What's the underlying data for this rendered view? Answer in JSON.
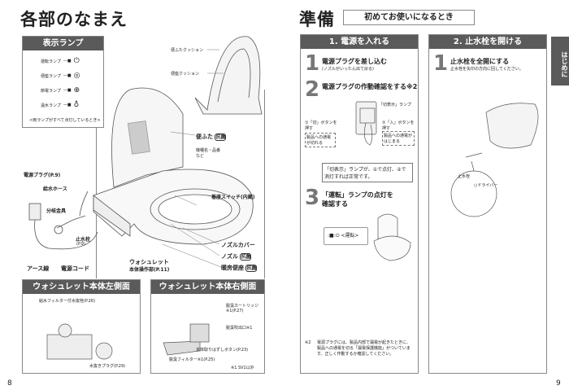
{
  "left_page": {
    "title": "各部のなまえ",
    "lamp_box": {
      "title": "表示ランプ",
      "lamps": [
        {
          "label": "運転ランプ",
          "icon": "power-icon",
          "glyph": "⏻"
        },
        {
          "label": "便座ランプ",
          "icon": "seat-icon",
          "glyph": "◎"
        },
        {
          "label": "節電ランプ",
          "icon": "eco-icon",
          "glyph": "⊕"
        },
        {
          "label": "温水ランプ",
          "icon": "water-drop-icon",
          "glyph": "♁"
        }
      ],
      "note": "<両ランプがすべて点灯しているとき>"
    },
    "labels": {
      "lid_cushion": "便ふたクッション",
      "seat_cushion": "便座クッション",
      "lid": "便ふた",
      "antibacterial": "抗菌",
      "model_name": "機種名・品番など",
      "power_plug": "電源プラグ(P.9)",
      "supply_hose": "給水ホース",
      "branch": "分岐金具",
      "stop_valve": "止水栓",
      "stop_valve_page": "(P.9)",
      "seat_switch": "着座スイッチ(内蔵)",
      "nozzle_cover": "ノズルカバー",
      "nozzle": "ノズル",
      "heated_seat": "暖房便座",
      "washlet": "ウォシュレット",
      "control_panel": "本体操作部(P.11)",
      "earth": "アース線",
      "power_cord": "電源コード"
    },
    "left_side": {
      "title": "ウォシュレット本体左側面",
      "filter_valve": "給水フィルター付水抜栓(P.26)",
      "drain_plug": "水抜きプラグ(P.29)"
    },
    "right_side": {
      "title": "ウォシュレット本体右側面",
      "cartridge": "脱臭カートリッジ※1(P.27)",
      "outlet": "脱臭吹出口※1",
      "release_button": "本体取りはずしボタン(P.23)",
      "filter": "脱臭フィルター※1(P.25)",
      "footnote": "※1 SV1以外"
    },
    "page_number": "8"
  },
  "right_page": {
    "title": "準備",
    "subtitle": "初めてお使いになるとき",
    "section1": {
      "title": "1. 電源を入れる",
      "steps": [
        {
          "num": "1",
          "title": "電源プラグを差し込む",
          "sub": "(ノズルがいったん出て戻る)"
        },
        {
          "num": "2",
          "title": "電源プラグの作動確認をする※2"
        },
        {
          "num": "3",
          "title": "「運転」ランプの点灯を確認する"
        }
      ],
      "plug_labels": {
        "lamp": "「切表示」ランプ",
        "off_button": "①「切」ボタンを押す",
        "off_result": "製品への通電が切れる",
        "on_button": "②「入」ボタンを押す",
        "on_result": "製品への通電がはじまる"
      },
      "check_note": "「切表示」ランプが、①で点灯、②で消灯すれば正常です。",
      "lamp_label": "<運転>",
      "footnote_mark": "※2",
      "footnote": "電源プラグには、製品内部で漏電が起きたときに、製品への通電を切る「漏電保護機能」がついています。正しく作動するか確認してください。"
    },
    "section2": {
      "title": "2. 止水栓を開ける",
      "steps": [
        {
          "num": "1",
          "title": "止水栓を全開にする",
          "sub": "止水栓を矢印の方向に回してください。"
        }
      ],
      "valve_label": "止水栓",
      "driver_label": "○ドライバー"
    },
    "side_tab": "はじめに",
    "page_number": "9"
  }
}
